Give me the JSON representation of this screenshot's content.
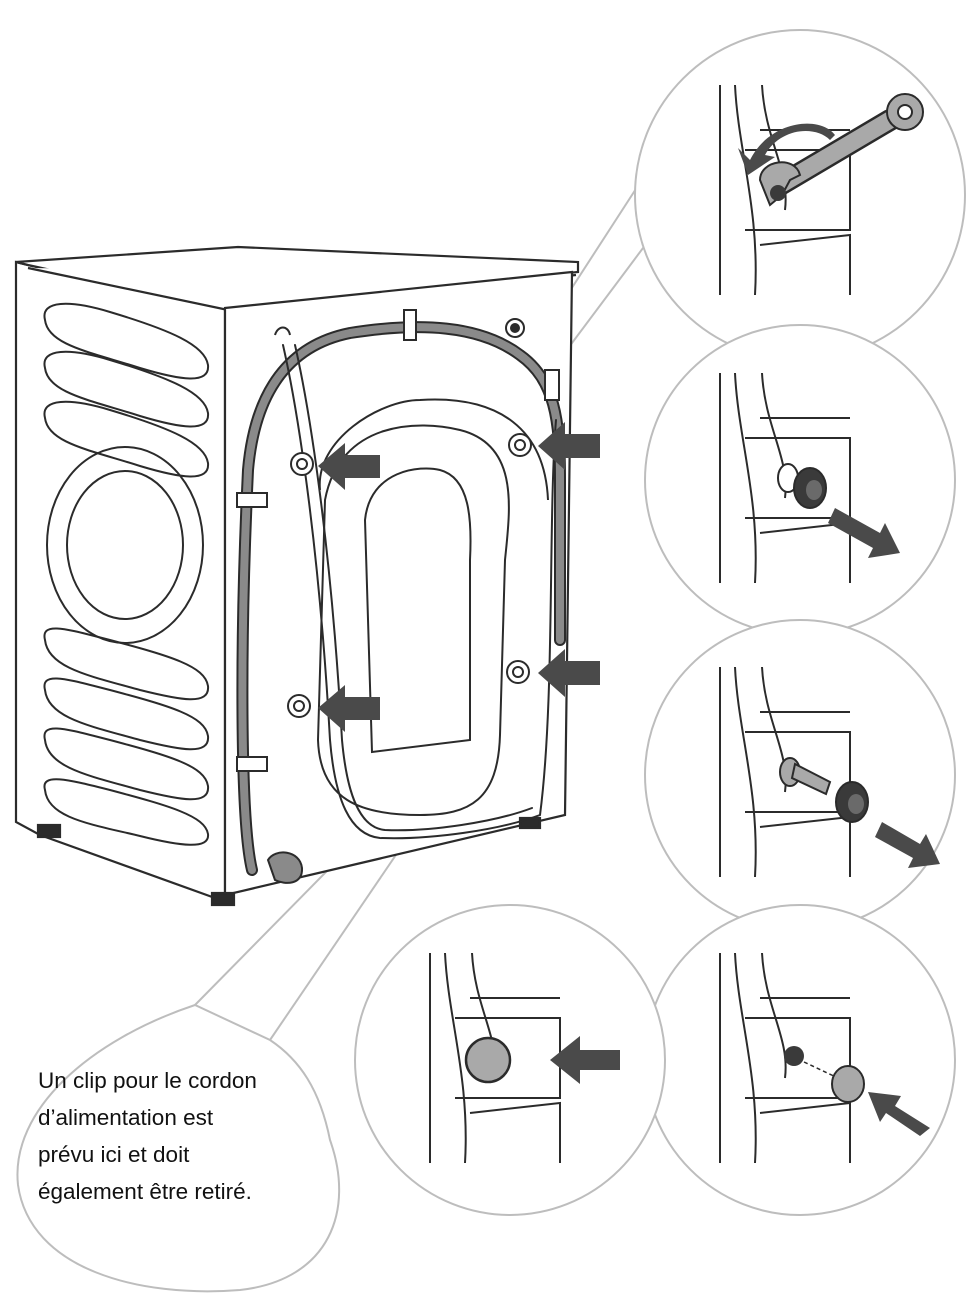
{
  "callout": {
    "lines": [
      "Un clip pour le cordon",
      "d’alimentation est",
      "prévu ici et doit",
      "également être retiré."
    ]
  },
  "colors": {
    "outline": "#2b2b2b",
    "bubble_outline": "#bdbdbd",
    "hose": "#8a8a8a",
    "arrow": "#4a4a4a",
    "cap": "#a9a9a9",
    "bolt": "#3a3a3a"
  },
  "icons": {
    "step1": "wrench-icon",
    "step2": "bolt-removal-arrow-icon",
    "step3": "bolt-with-spacer-removal-icon",
    "step4": "cap-insertion-icon",
    "step5": "cap-installed-icon",
    "back_arrows": "pointer-arrow-icon"
  }
}
